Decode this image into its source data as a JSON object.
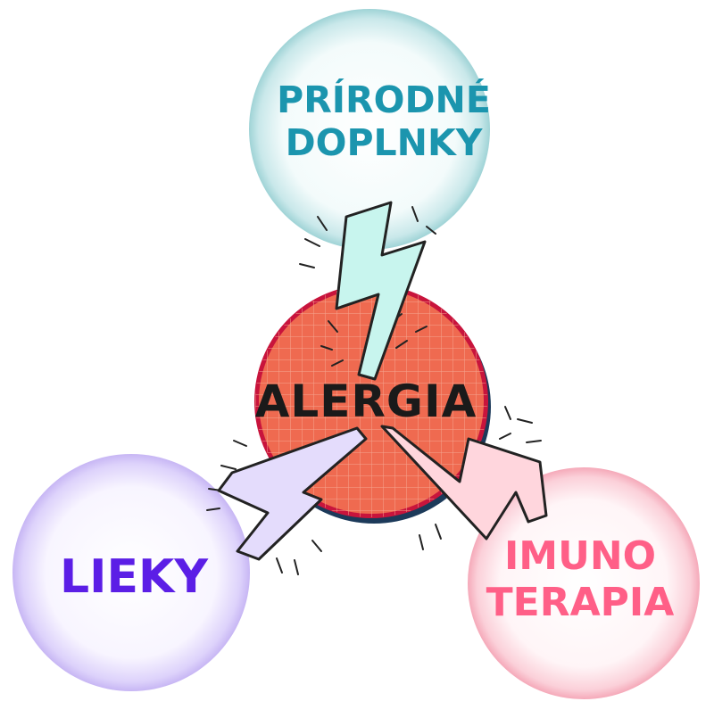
{
  "center": {
    "label": "ALERGIA",
    "fill": "#ef6a50",
    "border": "#c8143c",
    "shadow": "#1c3a5a"
  },
  "nodes": [
    {
      "id": "top",
      "label_line1": "PRÍRODNÉ",
      "label_line2": "DOPLNKY",
      "color": "#1b95ae",
      "bolt_color": "#c8f5ee"
    },
    {
      "id": "left",
      "label_line1": "LIEKY",
      "color": "#5b1ee6",
      "bolt_color": "#e4dcfc"
    },
    {
      "id": "right",
      "label_line1": "IMUNO",
      "label_line2": "TERAPIA",
      "color": "#ff5f87",
      "bolt_color": "#ffd6dd"
    }
  ]
}
